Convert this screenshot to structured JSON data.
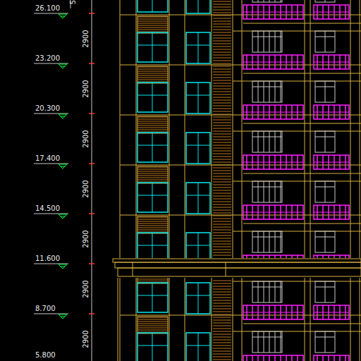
{
  "diagram": {
    "labels": [
      "26.100",
      "23.200",
      "20.300",
      "17.400",
      "14.500",
      "11.600",
      "8.700",
      "5.800",
      "2900",
      "2900",
      "2900",
      "2900",
      "2900",
      "2900",
      "2900",
      "5"
    ]
  }
}
